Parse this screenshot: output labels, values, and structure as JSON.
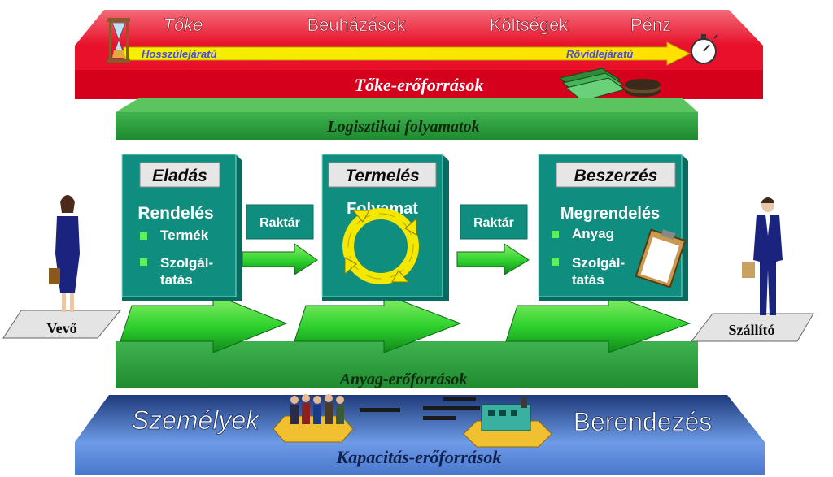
{
  "top_band": {
    "labels": [
      "Tőke",
      "Beuházások",
      "Költségek",
      "Pénz"
    ],
    "arrow_left": "Hosszúlejáratú",
    "arrow_right": "Rövidlejáratú",
    "title": "Tőke-erőforrások",
    "colors": {
      "face": "#e8102a",
      "top": "#f25d6b",
      "title_band": "#d4001c"
    }
  },
  "logistics": {
    "title": "Logisztikai folyamatok"
  },
  "processes": [
    {
      "header": "Eladás",
      "title": "Rendelés",
      "items": [
        "Termék",
        "Szolgál-",
        "tatás"
      ]
    },
    {
      "header": "Termelés",
      "title": "Folyamat",
      "items": []
    },
    {
      "header": "Beszerzés",
      "title": "Megrendelés",
      "items": [
        "Anyag",
        "Szolgál-",
        "tatás"
      ]
    }
  ],
  "warehouses": [
    "Raktár",
    "Raktár"
  ],
  "customer": {
    "label": "Vevő"
  },
  "supplier": {
    "label": "Szállító"
  },
  "material": {
    "title": "Anyag-erőforrások"
  },
  "capacity": {
    "left": "Személyek",
    "right": "Berendezés",
    "title": "Kapacitás-erőforrások",
    "colors": {
      "face": "#5b88d9",
      "top": "#26437f"
    }
  },
  "icons": [
    "hourglass-icon",
    "stopwatch-icon",
    "money-stack-icon",
    "recycle-cycle-icon",
    "clipboard-icon",
    "people-group-icon",
    "factory-icon",
    "woman-figure-icon",
    "businessman-figure-icon"
  ],
  "colors": {
    "green": "#2ea043",
    "green_light": "#4cd14c",
    "teal": "#0f8d7e",
    "teal_dark": "#076b5f",
    "yellow": "#f4f000"
  }
}
